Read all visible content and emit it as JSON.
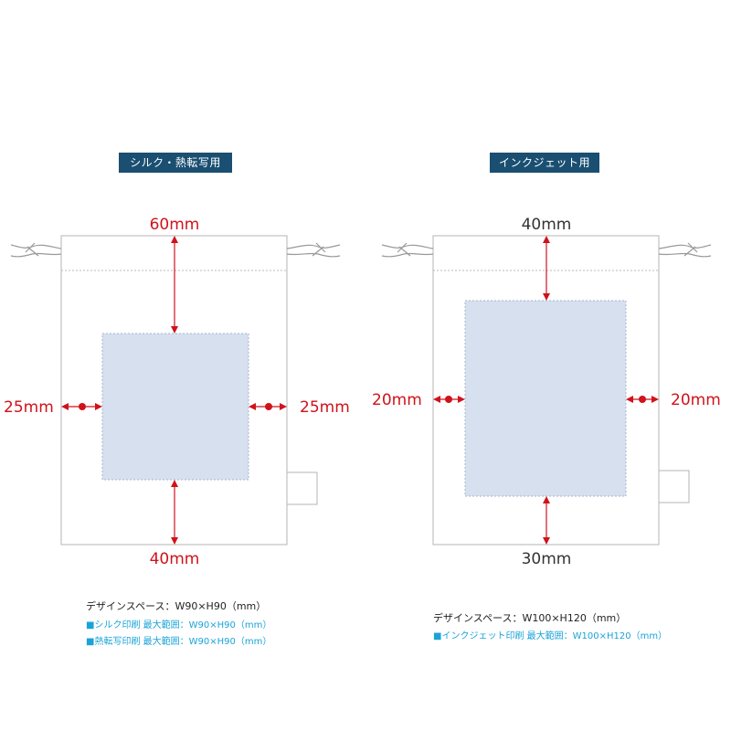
{
  "panels": [
    {
      "badge": "シルク・熱転写用",
      "top": "60mm",
      "bottom": "40mm",
      "left": "25mm",
      "right": "25mm",
      "spec_title": "デザインスペース：W90×H90（mm）",
      "spec_lines": [
        "■シルク印刷 最大範囲：W90×H90（mm）",
        "■熱転写印刷 最大範囲：W90×H90（mm）"
      ]
    },
    {
      "badge": "インクジェット用",
      "top": "40mm",
      "bottom": "30mm",
      "left": "20mm",
      "right": "20mm",
      "spec_title": "デザインスペース：W100×H120（mm）",
      "spec_lines": [
        "■インクジェット印刷 最大範囲：W100×H120（mm）"
      ]
    }
  ],
  "colors": {
    "badge_bg": "#1a4f71",
    "arrow": "#d0121b",
    "dimension_text": "#d0121b",
    "print_area_fill": "#d6e0ee",
    "outline": "#bbbbbb",
    "sub_text": "#1aa3d8"
  }
}
